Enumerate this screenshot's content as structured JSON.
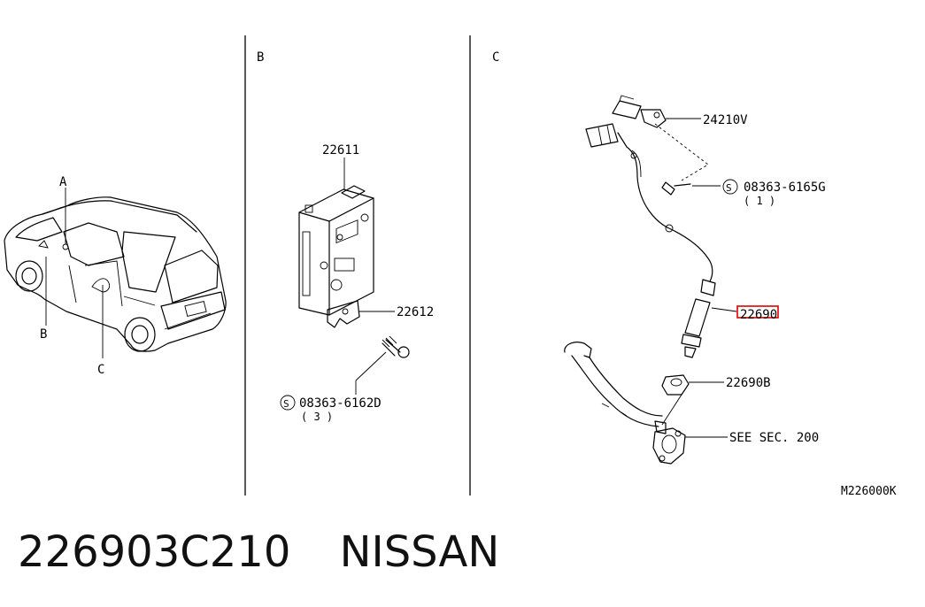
{
  "sections": {
    "a": "A",
    "b": "B",
    "c": "C",
    "b_header": "B",
    "c_header": "C",
    "car_c": "C"
  },
  "labels": {
    "ecm": "22611",
    "bracket": "22612",
    "screw_b": "08363-6162D",
    "screw_b_qty": "( 3 )",
    "harness_bracket": "24210V",
    "screw_c": "08363-6165G",
    "screw_c_qty": "( 1 )",
    "sensor": "22690",
    "sensor_boss": "22690B",
    "see_sec": "SEE SEC. 200",
    "drawing_id": "M226000K",
    "s_mark": "S"
  },
  "highlight": {
    "color": "#e00000",
    "target": "22690"
  },
  "footer": {
    "part_number": "226903C210",
    "brand": "NISSAN"
  }
}
